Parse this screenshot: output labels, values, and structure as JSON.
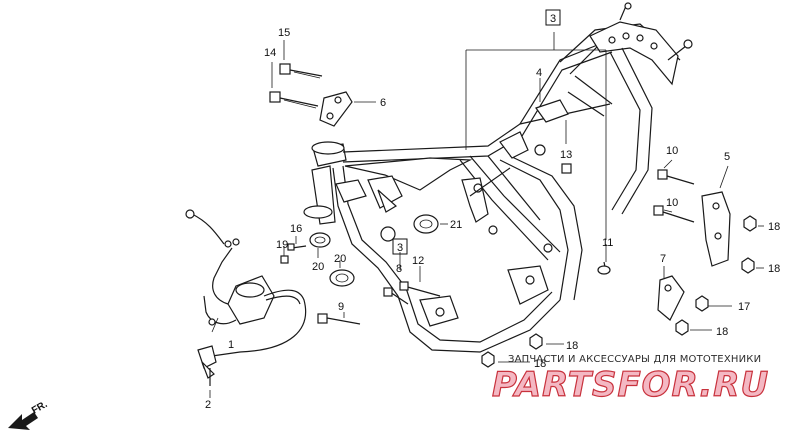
{
  "diagram": {
    "callouts": {
      "c1": "1",
      "c2": "2",
      "c3_top": "3",
      "c3_mid": "3",
      "c4": "4",
      "c5": "5",
      "c6": "6",
      "c7": "7",
      "c8": "8",
      "c9": "9",
      "c10_a": "10",
      "c10_b": "10",
      "c11": "11",
      "c12": "12",
      "c13": "13",
      "c14": "14",
      "c15": "15",
      "c16": "16",
      "c17": "17",
      "c18_a": "18",
      "c18_b": "18",
      "c18_c": "18",
      "c18_d": "18",
      "c18_e": "18",
      "c19": "19",
      "c20_a": "20",
      "c20_b": "20",
      "c21": "21"
    },
    "direction_marker": "FR."
  },
  "watermark": {
    "caption": "ЗАПЧАСТИ И АКСЕССУАРЫ ДЛЯ МОТОТЕХНИКИ",
    "brand": "PARTSFOR.RU",
    "brand_color": "#c8323d"
  }
}
